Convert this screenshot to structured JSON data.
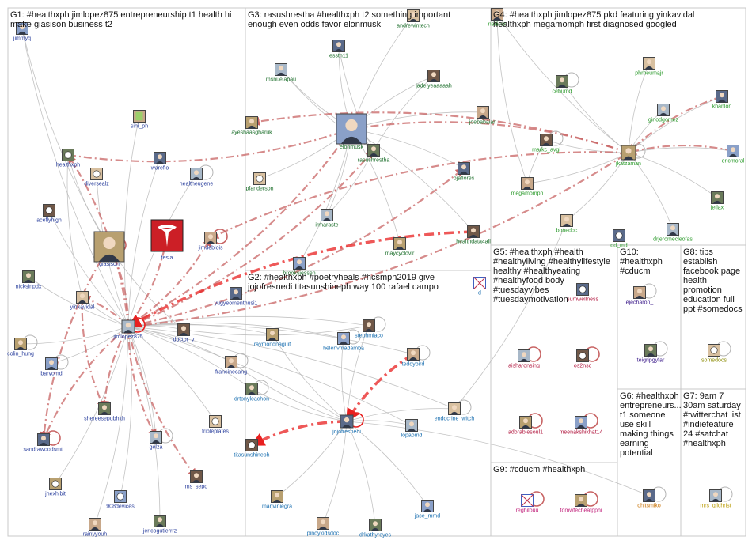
{
  "groups": [
    {
      "id": "G1",
      "color": "#2a3f9d",
      "title": [
        "G1: #healthxph jimlopez875 entrepreneurship t1 health hi",
        "make giasison business t2"
      ]
    },
    {
      "id": "G2",
      "color": "#1a6fb0",
      "title": [
        "G2: #healthxph #poetryheals #hcsmph2019 give",
        "jojofresnedi titasunshineph way 100 rafael campo"
      ]
    },
    {
      "id": "G3",
      "color": "#1b6e2a",
      "title": [
        "G3: rasushrestha #healthxph t2 something important",
        "enough even odds favor elonmusk"
      ]
    },
    {
      "id": "G4",
      "color": "#2a9a2a",
      "title": [
        "G4: #healthxph jimlopez875 pkd featuring yinkavidal",
        "healthxph megamomph first diagnosed googled"
      ]
    },
    {
      "id": "G5",
      "color": "#b0143c",
      "title": [
        "G5: #healthxph #health",
        "#healthyliving #healthylifestyle",
        "healthy #healthyeating",
        "#healthyfood body",
        "#tuesdayvibes",
        "#tuesdaymotivation"
      ]
    },
    {
      "id": "G6",
      "color": "#c87000",
      "title": [
        "G6: #healthxph",
        "entrepreneurs...",
        "t1 someone",
        "use skill",
        "making things",
        "earning",
        "potential"
      ]
    },
    {
      "id": "G7",
      "color": "#b89a00",
      "title": [
        "G7: 9am 7",
        "30am saturday",
        "#twitterchat list",
        "#indiefeature",
        "24 #satchat",
        "#healthxph"
      ]
    },
    {
      "id": "G8",
      "color": "#8a8a00",
      "title": [
        "G8: tips",
        "establish",
        "facebook page",
        "health",
        "promotion",
        "education full",
        "ppt #somedocs"
      ]
    },
    {
      "id": "G9",
      "color": "#c0207a",
      "title": [
        "G9: #cducm #healthxph"
      ]
    },
    {
      "id": "G10",
      "color": "#3b1a8a",
      "title": [
        "G10:",
        "#healthxph",
        "#cducm"
      ]
    }
  ],
  "nodes": [
    {
      "id": "jimmyq",
      "label": "jimmyq",
      "group": "G1",
      "icon": "user-avatar"
    },
    {
      "id": "sihi_ph",
      "label": "sihi_ph",
      "group": "G1",
      "icon": "document-avatar"
    },
    {
      "id": "healthxph",
      "label": "healthxph",
      "group": "G1",
      "icon": "cartoon-avatar"
    },
    {
      "id": "diversealz",
      "label": "diversealz",
      "group": "G1",
      "icon": "logo-avatar"
    },
    {
      "id": "wareflo",
      "label": "wareflo",
      "group": "G1",
      "icon": "user-avatar"
    },
    {
      "id": "healtheugene",
      "label": "healtheugene",
      "group": "G1",
      "icon": "user-avatar"
    },
    {
      "id": "aceflyhigh",
      "label": "aceflyhigh",
      "group": "G1",
      "icon": "logo-avatar"
    },
    {
      "id": "giasison",
      "label": "giasison",
      "group": "G1",
      "icon": "user-avatar"
    },
    {
      "id": "tesla",
      "label": "tesla",
      "group": "G1",
      "icon": "tesla-logo"
    },
    {
      "id": "jimdeblois",
      "label": "jimdeblois",
      "group": "G1",
      "icon": "user-avatar"
    },
    {
      "id": "nicksinpdx",
      "label": "nicksinpdx",
      "group": "G1",
      "icon": "user-avatar"
    },
    {
      "id": "yinkavidal",
      "label": "yinkavidal",
      "group": "G1",
      "icon": "user-avatar"
    },
    {
      "id": "yugyeomenthusi1",
      "label": "yugyeomenthusi1",
      "group": "G1",
      "icon": "user-avatar"
    },
    {
      "id": "jimlopez875",
      "label": "jimlopez875",
      "group": "G1",
      "icon": "user-avatar"
    },
    {
      "id": "doctor_v",
      "label": "doctor_v",
      "group": "G1",
      "icon": "user-avatar"
    },
    {
      "id": "colin_hung",
      "label": "colin_hung",
      "group": "G1",
      "icon": "user-avatar"
    },
    {
      "id": "baryomd",
      "label": "baryomd",
      "group": "G1",
      "icon": "user-avatar"
    },
    {
      "id": "francinecang",
      "label": "francinecang",
      "group": "G1",
      "icon": "user-avatar"
    },
    {
      "id": "shereesepubhlth",
      "label": "shereesepubhlth",
      "group": "G1",
      "icon": "user-avatar"
    },
    {
      "id": "tripleplates",
      "label": "tripleplates",
      "group": "G1",
      "icon": "logo-avatar"
    },
    {
      "id": "sandrawoodsmtl",
      "label": "sandrawoodsmtl",
      "group": "G1",
      "icon": "user-avatar"
    },
    {
      "id": "gelza",
      "label": "gelza",
      "group": "G1",
      "icon": "user-avatar"
    },
    {
      "id": "ms_sepo",
      "label": "ms_sepo",
      "group": "G1",
      "icon": "user-avatar"
    },
    {
      "id": "jhexhibit",
      "label": "jhexhibit",
      "group": "G1",
      "icon": "logo-avatar"
    },
    {
      "id": "908devices",
      "label": "908devices",
      "group": "G1",
      "icon": "logo-avatar"
    },
    {
      "id": "rainyyouh",
      "label": "rainyyouh",
      "group": "G1",
      "icon": "user-avatar"
    },
    {
      "id": "jericogutierrrz",
      "label": "jericogutierrrz",
      "group": "G1",
      "icon": "user-avatar"
    },
    {
      "id": "andrewintech",
      "label": "andrewintech",
      "group": "G3",
      "icon": "user-avatar"
    },
    {
      "id": "essth11",
      "label": "essth11",
      "group": "G3",
      "icon": "user-avatar"
    },
    {
      "id": "msnuelapau",
      "label": "msnuelapau",
      "group": "G3",
      "icon": "user-avatar"
    },
    {
      "id": "jadeiyeaaaaah",
      "label": "jadeiyeaaaaah",
      "group": "G3",
      "icon": "user-avatar"
    },
    {
      "id": "ayeshaasgharuk",
      "label": "ayeshaasgharuk",
      "group": "G3",
      "icon": "user-avatar"
    },
    {
      "id": "elonmusk",
      "label": "elonmusk",
      "group": "G3",
      "icon": "user-avatar"
    },
    {
      "id": "joebabaian",
      "label": "joebabaian",
      "group": "G3",
      "icon": "user-avatar"
    },
    {
      "id": "rasushrestha",
      "label": "rasushrestha",
      "group": "G3",
      "icon": "user-avatar"
    },
    {
      "id": "pfanderson",
      "label": "pfanderson",
      "group": "G3",
      "icon": "logo-avatar"
    },
    {
      "id": "pjaflores",
      "label": "pjaflores",
      "group": "G3",
      "icon": "user-avatar"
    },
    {
      "id": "irmaraste",
      "label": "irmaraste",
      "group": "G3",
      "icon": "user-avatar"
    },
    {
      "id": "healthdata4all",
      "label": "healthdata4all",
      "group": "G3",
      "icon": "user-avatar"
    },
    {
      "id": "maycyclovir",
      "label": "maycyclovir",
      "group": "G3",
      "icon": "user-avatar"
    },
    {
      "id": "brooksjessen",
      "label": "brooksjessen",
      "group": "G3",
      "icon": "user-avatar"
    },
    {
      "id": "natiicer",
      "label": "natiicer",
      "group": "G4",
      "icon": "user-avatar"
    },
    {
      "id": "cebumd",
      "label": "cebumd",
      "group": "G4",
      "icon": "user-avatar"
    },
    {
      "id": "phrheumajr",
      "label": "phrheumajr",
      "group": "G4",
      "icon": "user-avatar"
    },
    {
      "id": "khanlon",
      "label": "khanlon",
      "group": "G4",
      "icon": "user-avatar"
    },
    {
      "id": "ginodgomez",
      "label": "ginodgomez",
      "group": "G4",
      "icon": "user-avatar"
    },
    {
      "id": "markc_avgi",
      "label": "markc_avgi",
      "group": "G4",
      "icon": "user-avatar"
    },
    {
      "id": "jkatzaman",
      "label": "jkatzaman",
      "group": "G4",
      "icon": "user-avatar"
    },
    {
      "id": "ericmoral",
      "label": "ericmoral",
      "group": "G4",
      "icon": "user-avatar"
    },
    {
      "id": "megamomph",
      "label": "megamomph",
      "group": "G4",
      "icon": "user-avatar"
    },
    {
      "id": "jetlax",
      "label": "jetlax",
      "group": "G4",
      "icon": "user-avatar"
    },
    {
      "id": "bonedoc",
      "label": "bonedoc",
      "group": "G4",
      "icon": "user-avatar"
    },
    {
      "id": "dd_md",
      "label": "dd_md",
      "group": "G4",
      "icon": "logo-avatar"
    },
    {
      "id": "drjeromecleofas",
      "label": "drjeromecleofas",
      "group": "G4",
      "icon": "user-avatar"
    },
    {
      "id": "stephmiaco",
      "label": "stephmiaco",
      "group": "G2",
      "icon": "user-avatar"
    },
    {
      "id": "raymondnaguit",
      "label": "raymondnaguit",
      "group": "G2",
      "icon": "user-avatar"
    },
    {
      "id": "helenvmadamba",
      "label": "helenvmadamba",
      "group": "G2",
      "icon": "user-avatar"
    },
    {
      "id": "teddybird",
      "label": "teddybird",
      "group": "G2",
      "icon": "user-avatar"
    },
    {
      "id": "drtonyleachon",
      "label": "drtonyleachon",
      "group": "G2",
      "icon": "user-avatar"
    },
    {
      "id": "endocrine_witch",
      "label": "endocrine_witch",
      "group": "G2",
      "icon": "user-avatar"
    },
    {
      "id": "jojofresnedi",
      "label": "jojofresnedi",
      "group": "G2",
      "icon": "user-avatar"
    },
    {
      "id": "lopaomd",
      "label": "lopaomd",
      "group": "G2",
      "icon": "user-avatar"
    },
    {
      "id": "titasunshineph",
      "label": "titasunshineph",
      "group": "G2",
      "icon": "logo-avatar"
    },
    {
      "id": "marjviniegra",
      "label": "marjviniegra",
      "group": "G2",
      "icon": "user-avatar"
    },
    {
      "id": "jace_mmd",
      "label": "jace_mmd",
      "group": "G2",
      "icon": "user-avatar"
    },
    {
      "id": "pinoykidsdoc",
      "label": "pinoykidsdoc",
      "group": "G2",
      "icon": "user-avatar"
    },
    {
      "id": "drkathyreyes",
      "label": "drkathyreyes",
      "group": "G2",
      "icon": "user-avatar"
    },
    {
      "id": "d",
      "label": "d",
      "group": "G2",
      "icon": "broken-image"
    },
    {
      "id": "sumwellness",
      "label": "sumwellness",
      "group": "G5",
      "icon": "logo-avatar"
    },
    {
      "id": "aisharonsing",
      "label": "aisharonsing",
      "group": "G5",
      "icon": "user-avatar"
    },
    {
      "id": "os2nsc",
      "label": "os2nsc",
      "group": "G5",
      "icon": "logo-avatar"
    },
    {
      "id": "adorablesoul1",
      "label": "adorablesoul1",
      "group": "G5",
      "icon": "user-avatar"
    },
    {
      "id": "meenakshikhat14",
      "label": "meenakshikhat14",
      "group": "G5",
      "icon": "user-avatar"
    },
    {
      "id": "ejecharon_",
      "label": "ejecharon_",
      "group": "G10",
      "icon": "user-avatar"
    },
    {
      "id": "teigripgyfar",
      "label": "teigripgyfar",
      "group": "G10",
      "icon": "user-avatar"
    },
    {
      "id": "somedocs",
      "label": "somedocs",
      "group": "G8",
      "icon": "logo-avatar"
    },
    {
      "id": "ohitsmiko",
      "label": "ohitsmiko",
      "group": "G6",
      "icon": "user-avatar"
    },
    {
      "id": "mrs_gilchrist",
      "label": "mrs_gilchrist",
      "group": "G7",
      "icon": "user-avatar"
    },
    {
      "id": "reghilouu",
      "label": "reghilouu",
      "group": "G9",
      "icon": "broken-image"
    },
    {
      "id": "tomwfecheatpphi",
      "label": "tomwfecheatpphi",
      "group": "G9",
      "icon": "user-avatar"
    }
  ],
  "style": {
    "edge_gray": "#b4b4b4",
    "edge_red": "#c86464",
    "edge_bright_red": "#e82020",
    "box_border": "#c8c8c8",
    "background": "#ffffff"
  }
}
